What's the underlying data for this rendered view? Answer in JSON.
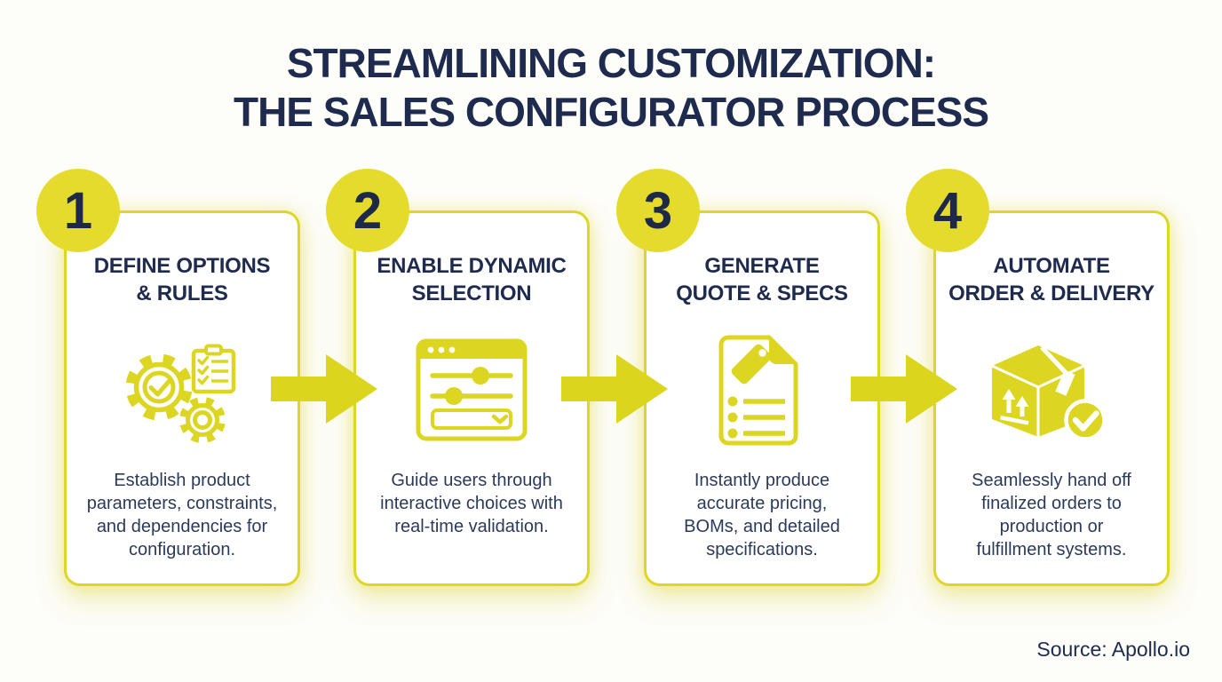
{
  "title": "STREAMLINING CUSTOMIZATION:\nTHE SALES CONFIGURATOR PROCESS",
  "source": "Source: Apollo.io",
  "colors": {
    "accent_yellow": "#dcd622",
    "badge_yellow": "#e5db2d",
    "card_border_yellow": "#dcd727",
    "heading_navy": "#1f2b4e",
    "body_navy": "#2c3a5a",
    "background": "#fdfdf9",
    "card_background": "#ffffff"
  },
  "steps": [
    {
      "number": "1",
      "heading": "DEFINE OPTIONS\n& RULES",
      "description": "Establish product\nparameters, constraints,\nand dependencies for\nconfiguration.",
      "icon": "gears-checklist-icon"
    },
    {
      "number": "2",
      "heading": "ENABLE DYNAMIC\nSELECTION",
      "description": "Guide users through\ninteractive choices with\nreal-time validation.",
      "icon": "browser-sliders-icon"
    },
    {
      "number": "3",
      "heading": "GENERATE\nQUOTE & SPECS",
      "description": "Instantly produce\naccurate pricing,\nBOMs, and detailed\nspecifications.",
      "icon": "quote-document-tag-icon"
    },
    {
      "number": "4",
      "heading": "AUTOMATE\nORDER & DELIVERY",
      "description": "Seamlessly hand off\nfinalized orders to\nproduction or\nfulfillment systems.",
      "icon": "shipping-box-check-icon"
    }
  ]
}
